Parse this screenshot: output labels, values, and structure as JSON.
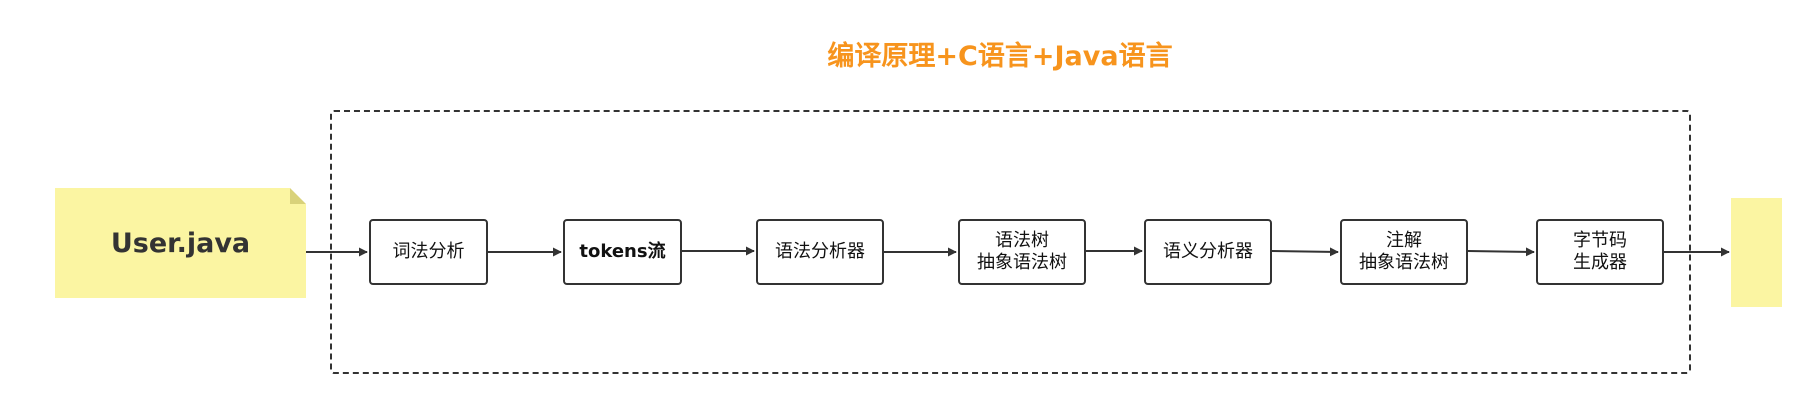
{
  "diagram": {
    "title": "编译原理+C语言+Java语言",
    "input_file": "User.java",
    "stages": [
      {
        "lines": [
          "词法分析"
        ]
      },
      {
        "lines": [
          "tokens流"
        ]
      },
      {
        "lines": [
          "语法分析器"
        ]
      },
      {
        "lines": [
          "语法树",
          "抽象语法树"
        ]
      },
      {
        "lines": [
          "语义分析器"
        ]
      },
      {
        "lines": [
          "注解",
          "抽象语法树"
        ]
      },
      {
        "lines": [
          "字节码",
          "生成器"
        ]
      }
    ],
    "colors": {
      "title": "#f7941d",
      "note": "#fbf5a2",
      "stroke": "#333333"
    }
  }
}
